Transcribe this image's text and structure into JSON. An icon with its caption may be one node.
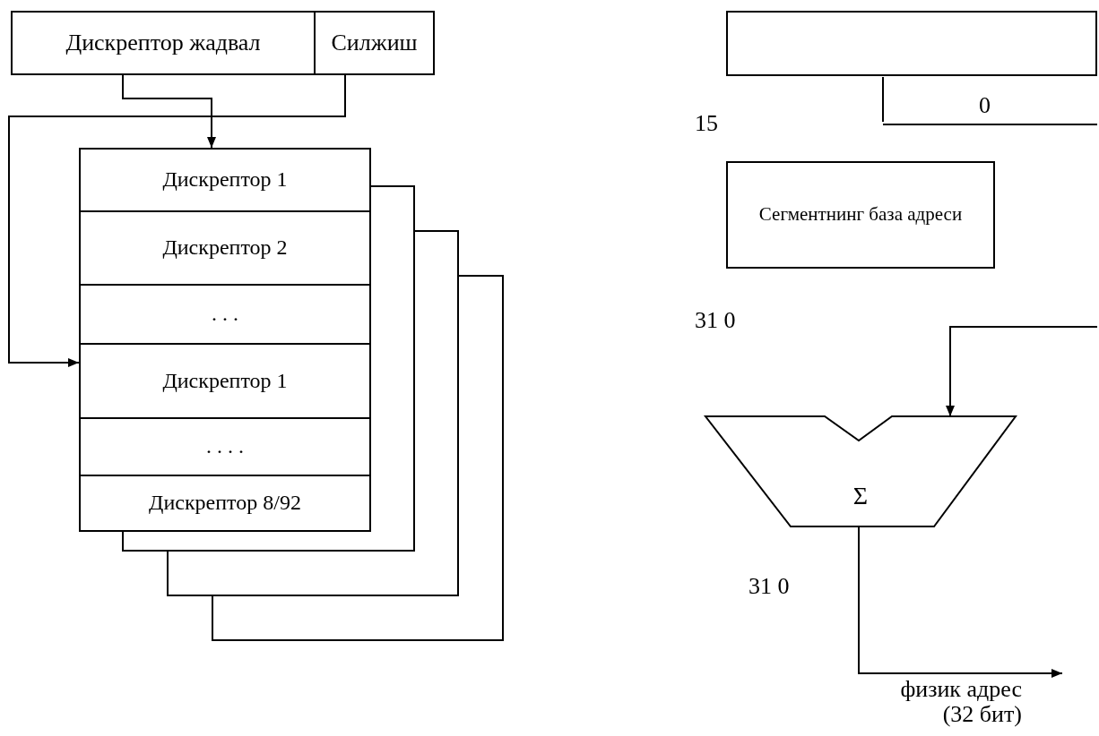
{
  "diagram": {
    "nodes": [
      {
        "text": [
          "Дискрептор жадвал"
        ]
      },
      {
        "text": [
          "Силжиш"
        ]
      },
      {
        "text": [
          "Дискрептор 1"
        ]
      },
      {
        "text": [
          "Дискрептор 2"
        ]
      },
      {
        "text": [
          ". . ."
        ]
      },
      {
        "text": [
          "Дискрептор 1"
        ]
      },
      {
        "text": [
          ". . . ."
        ]
      },
      {
        "text": [
          "Дискрептор 8/92"
        ]
      },
      {
        "text": [],
        "shape": "box"
      },
      {
        "text": [
          "Сегментнинг база адреси"
        ]
      },
      {
        "text": [
          "Σ"
        ]
      }
    ],
    "edges": [
      {
        "from": 0,
        "to": 2,
        "arrow": "to"
      },
      {
        "from": 1,
        "to": 5,
        "arrow": "to"
      },
      {
        "from": null,
        "to": 10,
        "arrow": "to"
      },
      {
        "from": 10,
        "to": null,
        "arrow": "to"
      }
    ],
    "labels": [
      "15",
      "0",
      "31 0",
      "31 0",
      "физик адрес (32 бит)"
    ]
  }
}
